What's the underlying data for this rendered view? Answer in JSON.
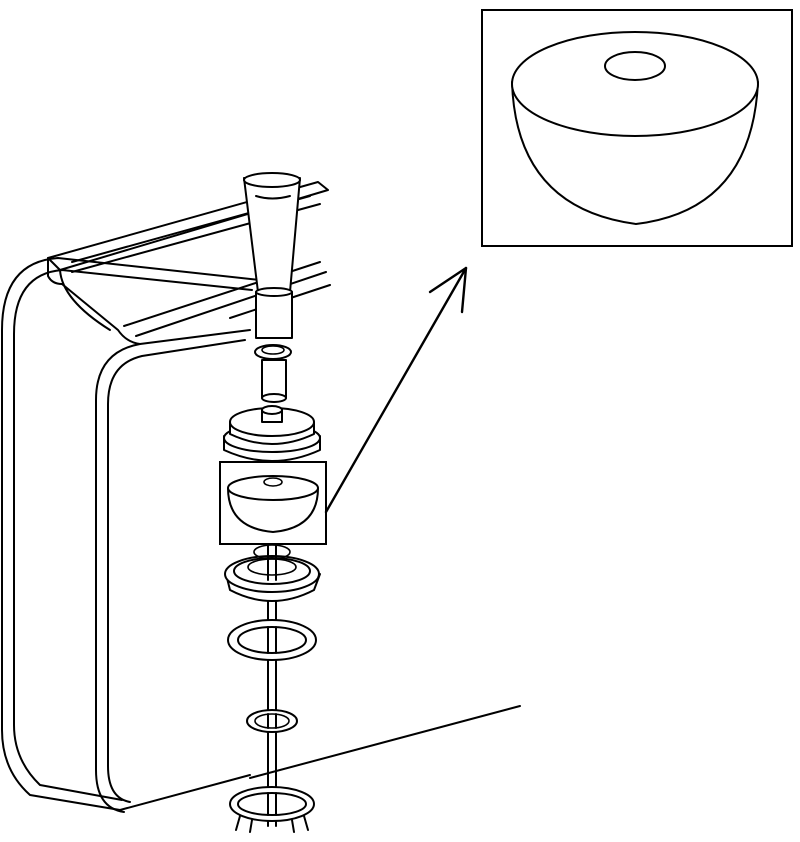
{
  "figure": {
    "type": "exploded assembly line drawing",
    "background": "#ffffff",
    "line_color": "#000000",
    "parts": [
      "tank-body",
      "filler-neck-tube",
      "filler-nozzle",
      "neck-ring",
      "short-sleeve",
      "cap-disc",
      "bowl-cup",
      "float-ring-large",
      "seal-ring",
      "small-ring",
      "base-ring",
      "center-rod"
    ],
    "callout": {
      "source_part": "bowl-cup",
      "detail_view": "enlarged-bowl-cup",
      "arrow": "leader-arrow-up-right"
    }
  }
}
